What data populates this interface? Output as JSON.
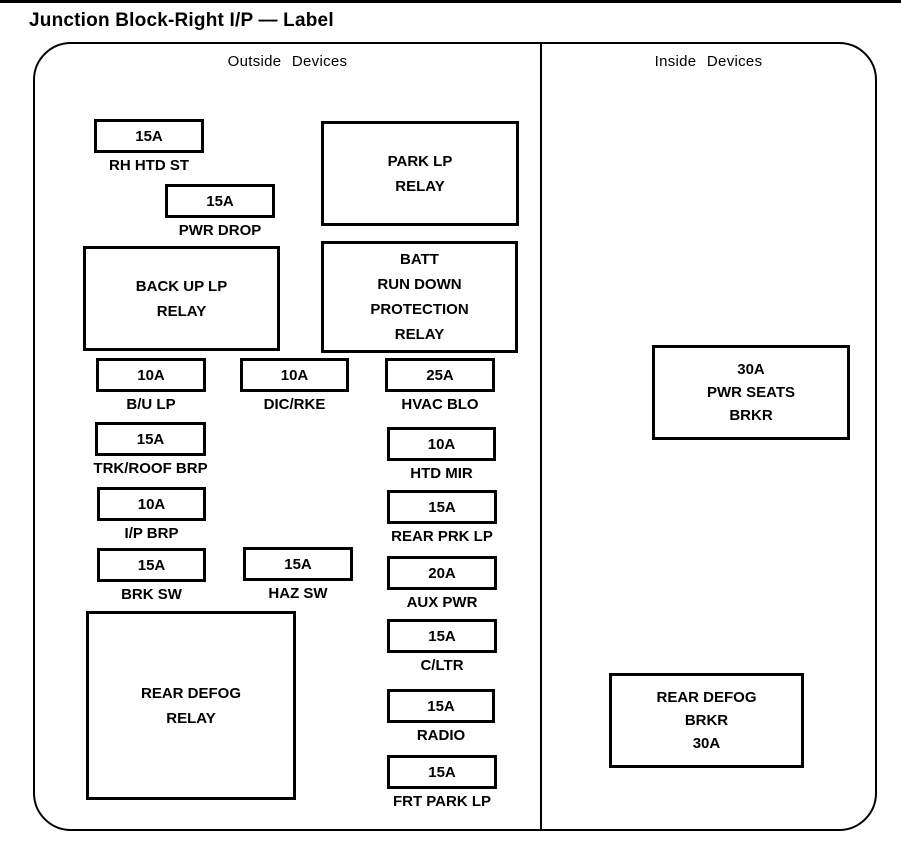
{
  "page": {
    "title": "Junction Block-Right I/P — Label"
  },
  "sections": {
    "outside_header": "Outside Devices",
    "inside_header": "Inside Devices"
  },
  "outside": {
    "fuses": [
      {
        "amp": "15A",
        "label": "RH HTD ST"
      },
      {
        "amp": "15A",
        "label": "PWR DROP"
      },
      {
        "amp": "10A",
        "label": "B/U LP"
      },
      {
        "amp": "10A",
        "label": "DIC/RKE"
      },
      {
        "amp": "25A",
        "label": "HVAC BLO"
      },
      {
        "amp": "15A",
        "label": "TRK/ROOF BRP"
      },
      {
        "amp": "10A",
        "label": "HTD MIR"
      },
      {
        "amp": "10A",
        "label": "I/P BRP"
      },
      {
        "amp": "15A",
        "label": "REAR PRK LP"
      },
      {
        "amp": "15A",
        "label": "BRK SW"
      },
      {
        "amp": "15A",
        "label": "HAZ SW"
      },
      {
        "amp": "20A",
        "label": "AUX PWR"
      },
      {
        "amp": "15A",
        "label": "C/LTR"
      },
      {
        "amp": "15A",
        "label": "RADIO"
      },
      {
        "amp": "15A",
        "label": "FRT PARK LP"
      }
    ],
    "relays": [
      {
        "text": "PARK LP\nRELAY"
      },
      {
        "text": "BACK UP LP\nRELAY"
      },
      {
        "text": "BATT\nRUN DOWN\nPROTECTION\nRELAY"
      },
      {
        "text": "REAR DEFOG\nRELAY"
      }
    ]
  },
  "inside": {
    "breakers": [
      {
        "text": "30A\nPWR SEATS\nBRKR"
      },
      {
        "text": "REAR DEFOG\nBRKR\n30A"
      }
    ]
  },
  "colors": {
    "ink": "#000000",
    "paper": "#ffffff"
  }
}
